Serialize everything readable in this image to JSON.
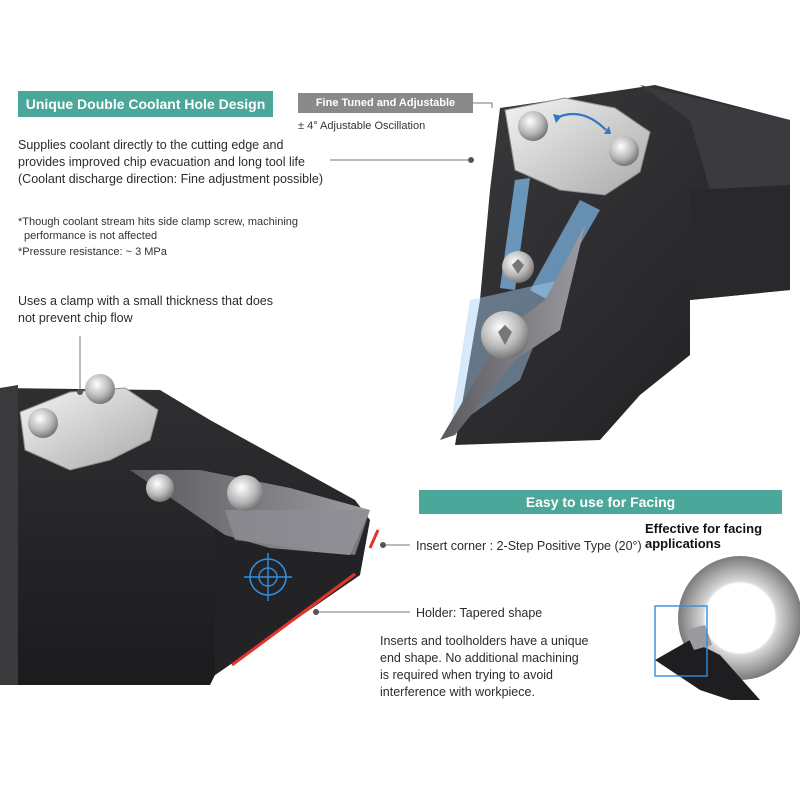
{
  "coolant": {
    "heading": "Unique Double Coolant Hole Design",
    "desc_line1": "Supplies coolant directly to the cutting edge and",
    "desc_line2": "provides improved chip evacuation and long tool life",
    "desc_line3": "(Coolant discharge direction: Fine adjustment possible)",
    "note_line1": "*Though coolant stream hits side clamp screw, machining",
    "note_line2": "performance is not affected",
    "note_line3": "*Pressure resistance: ~ 3 MPa"
  },
  "fine_tuned": {
    "heading": "Fine Tuned and Adjustable",
    "desc": "± 4° Adjustable Oscillation"
  },
  "clamp": {
    "line1": "Uses a clamp with a small thickness that does",
    "line2": "not prevent chip flow"
  },
  "facing": {
    "heading": "Easy to use for Facing",
    "effective_line1": "Effective for facing",
    "effective_line2": "applications",
    "insert_corner": "Insert corner : 2-Step Positive Type (20°)",
    "holder": "Holder: Tapered shape",
    "desc_line1": "Inserts and toolholders have a unique",
    "desc_line2": "end shape. No additional machining",
    "desc_line3": "is required when trying to avoid",
    "desc_line4": "interference with workpiece."
  },
  "colors": {
    "teal": "#4aa79a",
    "gray": "#8a8a8a",
    "holder_dark": "#2a2a2c",
    "accent_red": "#e0352b",
    "coolant_blue": "#7fb8e8",
    "crosshair_blue": "#2f8fe0"
  },
  "icons": [
    "clamp-screw-icon",
    "adjust-arrow-icon",
    "crosshair-icon",
    "coolant-stream-icon",
    "pointer-dot-icon"
  ]
}
